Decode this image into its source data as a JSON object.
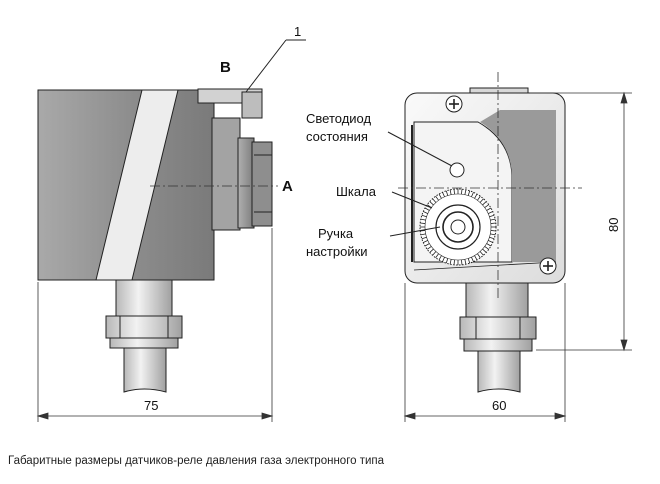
{
  "callouts": {
    "part_number": "1",
    "view_b": "B",
    "view_a": "A",
    "led_line1": "Светодиод",
    "led_line2": "состояния",
    "scale": "Шкала",
    "knob_line1": "Ручка",
    "knob_line2": "настройки"
  },
  "dimensions": {
    "width_side": "75",
    "width_front": "60",
    "height_front": "80"
  },
  "caption": "Габаритные размеры датчиков-реле давления газа электронного типа",
  "colors": {
    "body_dark": "#888888",
    "body_mid": "#b5b5b5",
    "body_light": "#ececec",
    "fitting": "#c8c8c8",
    "outline": "#222222"
  }
}
